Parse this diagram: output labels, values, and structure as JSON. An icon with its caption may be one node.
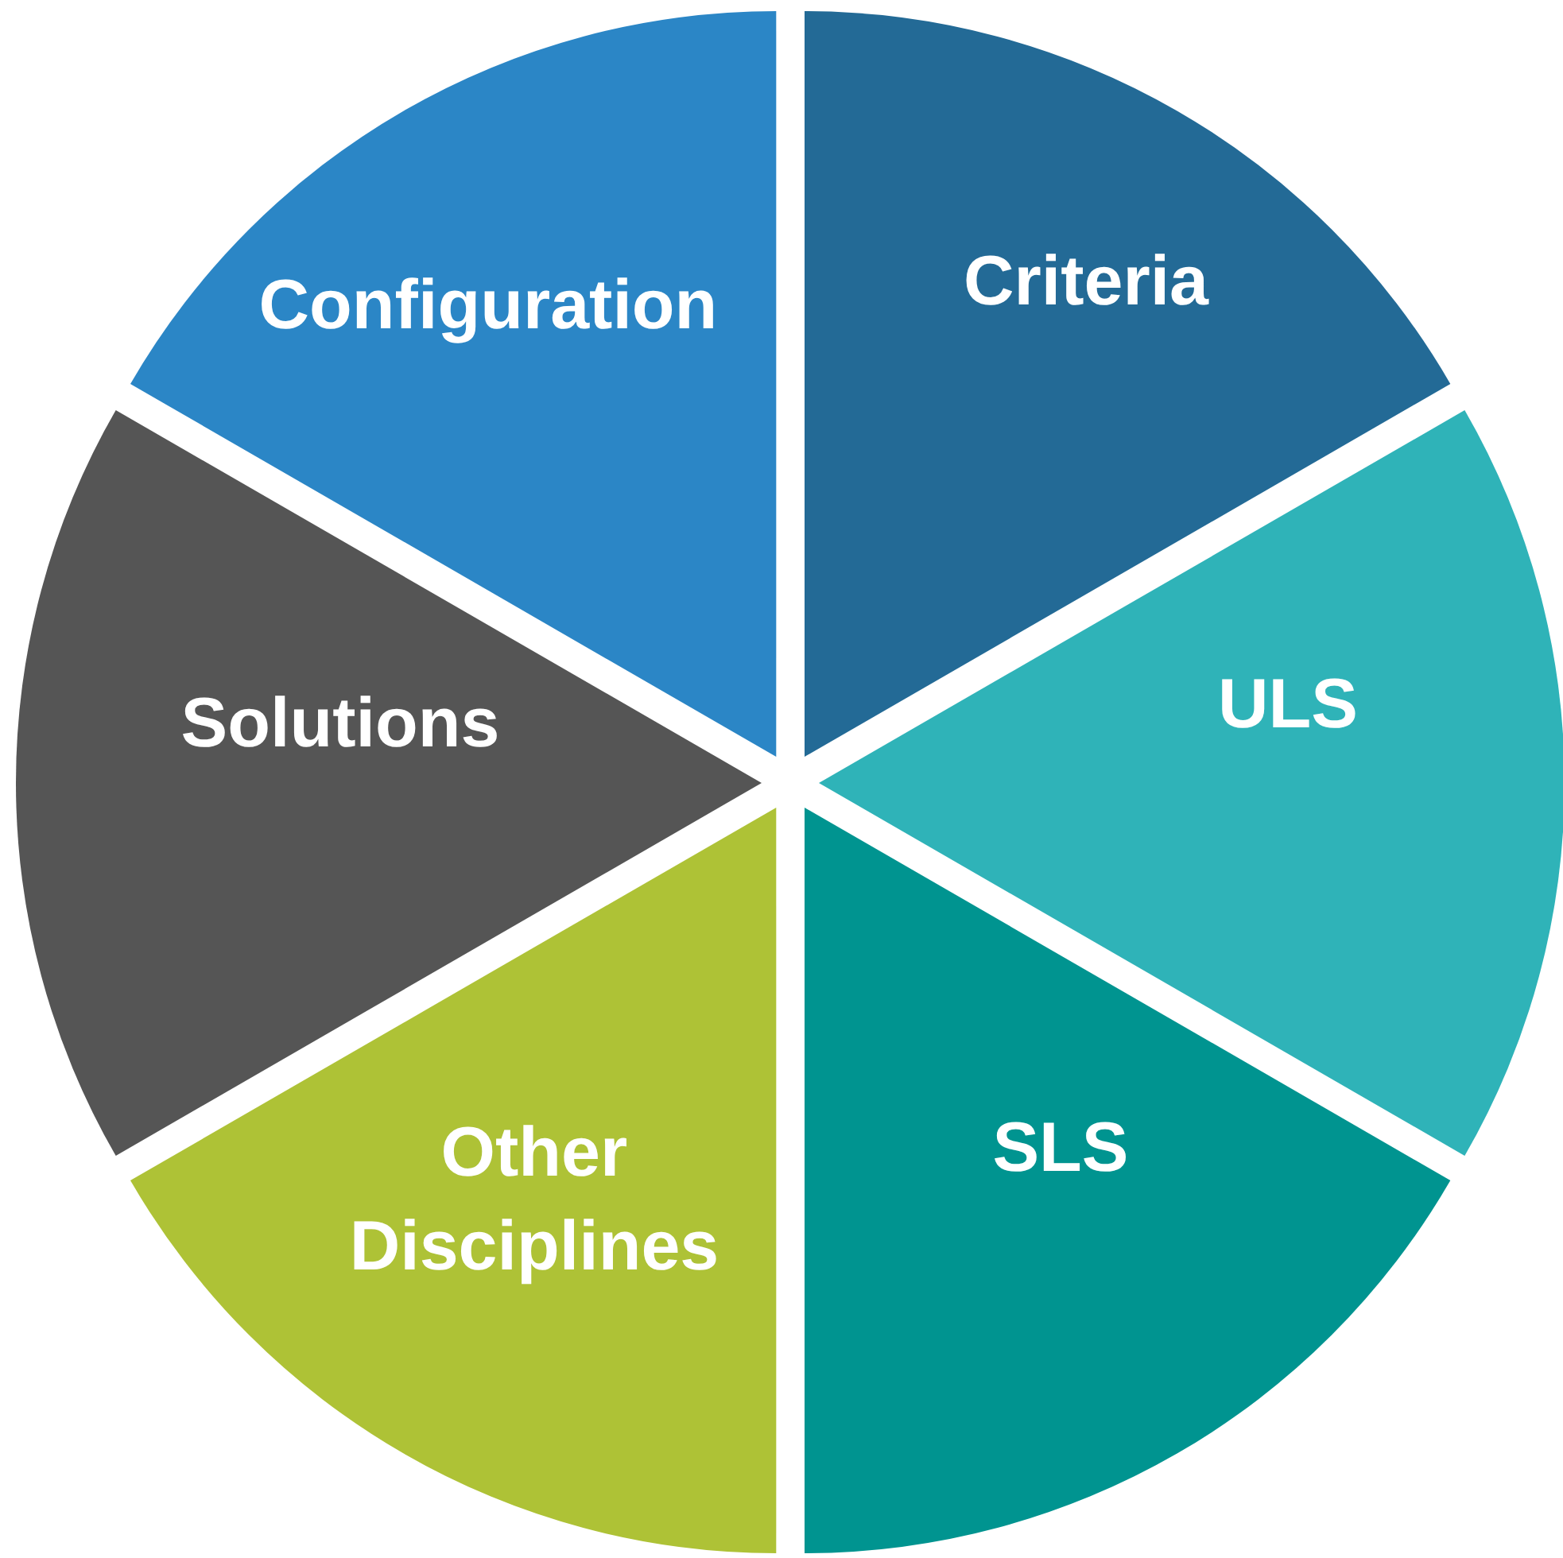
{
  "diagram": {
    "nodes": [
      {
        "text": [
          "Criteria"
        ]
      },
      {
        "text": [
          "ULS"
        ]
      },
      {
        "text": [
          "SLS"
        ]
      },
      {
        "text": [
          "Other Disciplines"
        ]
      },
      {
        "text": [
          "Solutions"
        ]
      },
      {
        "text": [
          "Configuration"
        ]
      }
    ]
  }
}
